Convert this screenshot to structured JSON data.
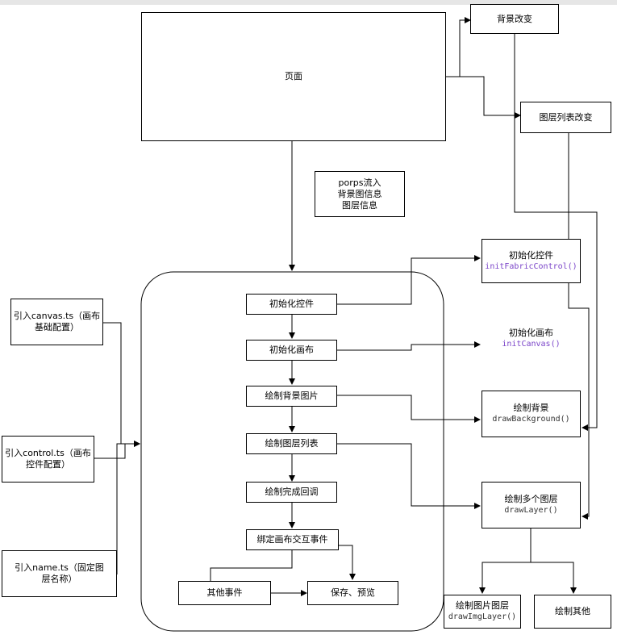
{
  "page_box": "页面",
  "props_note": [
    "porps流入",
    "背景图信息",
    "图层信息"
  ],
  "bg_change": "背景改变",
  "layer_list_change": "图层列表改变",
  "imports": {
    "canvas": [
      "引入canvas.ts（画布",
      "基础配置）"
    ],
    "control": [
      "引入control.ts（画布",
      "控件配置）"
    ],
    "name": [
      "引入name.ts（固定图",
      "层名称）"
    ]
  },
  "flow": {
    "init_control": "初始化控件",
    "init_canvas": "初始化画布",
    "draw_bg_image": "绘制背景图片",
    "draw_layer_list": "绘制图层列表",
    "draw_done_callback": "绘制完成回调",
    "bind_events": "绑定画布交互事件",
    "other_events": "其他事件",
    "save_preview": "保存、预览"
  },
  "funcs": {
    "init_fabric_control": {
      "label": "初始化控件",
      "code": "initFabricControl()"
    },
    "init_canvas": {
      "label": "初始化画布",
      "code": "initCanvas()"
    },
    "draw_background": {
      "label": "绘制背景",
      "code": "drawBackground()"
    },
    "draw_layer": {
      "label": "绘制多个图层",
      "code": "drawLayer()"
    },
    "draw_img_layer": {
      "label": "绘制图片图层",
      "code": "drawImgLayer()"
    },
    "draw_other": {
      "label": "绘制其他"
    }
  },
  "colors": {
    "line": "#000000",
    "code_purple": "#7b45c9",
    "top_bar": "#e6e6e6"
  }
}
